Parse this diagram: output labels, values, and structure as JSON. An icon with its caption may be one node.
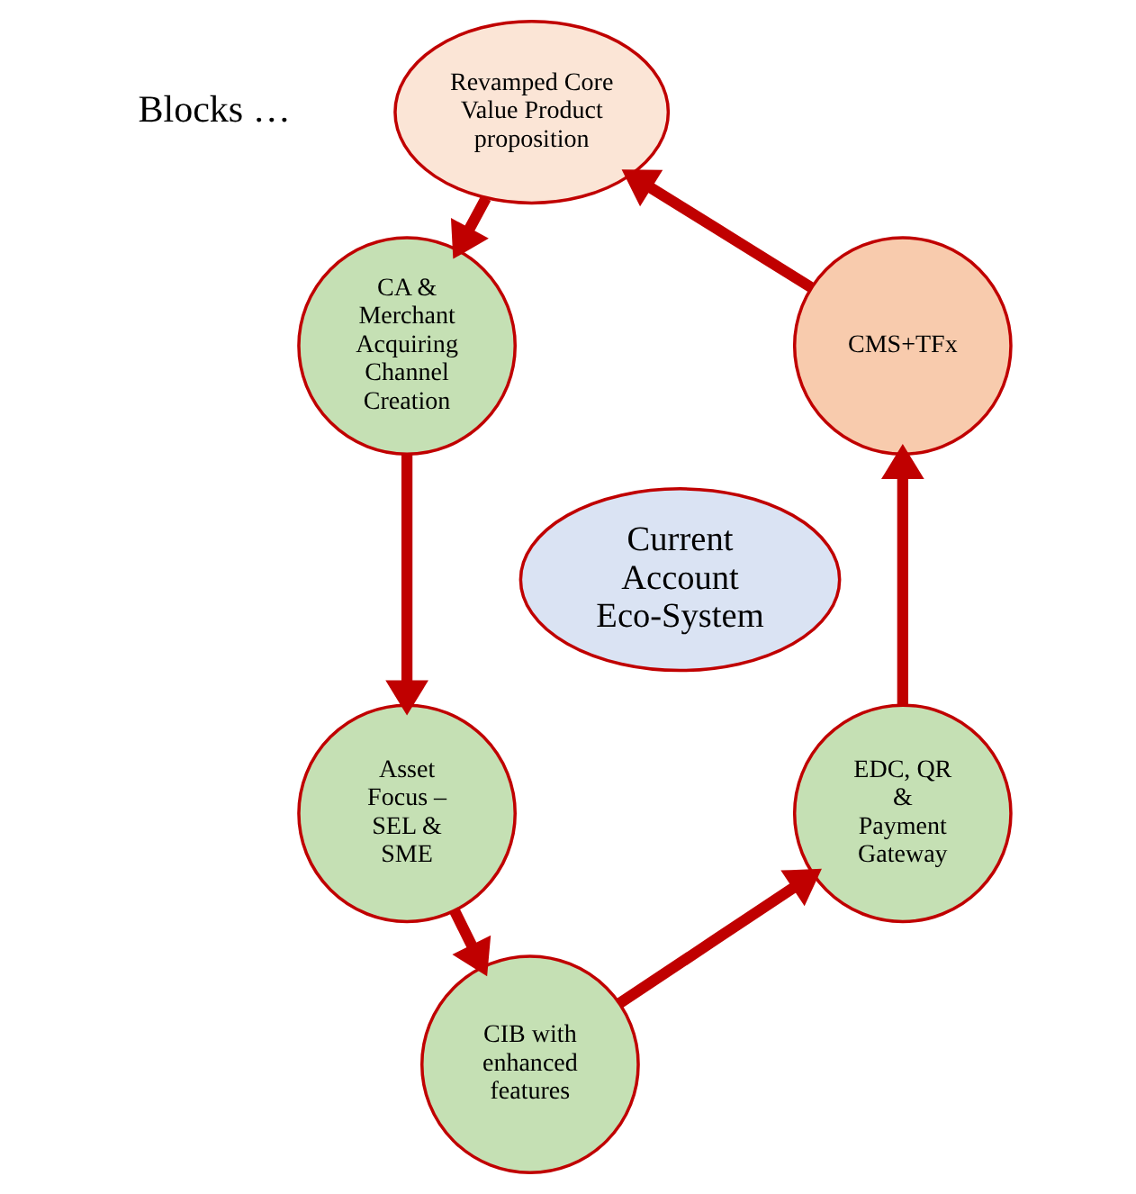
{
  "diagram": {
    "nodes": [
      {
        "text": [
          "Revamped Core Value Product proposition"
        ]
      },
      {
        "text": [
          "CA & Merchant Acquiring Channel Creation"
        ]
      },
      {
        "text": [
          "Asset Focus – SEL & SME"
        ]
      },
      {
        "text": [
          "CIB with enhanced features"
        ]
      },
      {
        "text": [
          "EDC, QR & Payment Gateway"
        ]
      },
      {
        "text": [
          "CMS+TFx"
        ]
      },
      {
        "text": [
          "Current Account Eco-System"
        ]
      }
    ],
    "edges": [
      {
        "from": 0,
        "to": 1,
        "arrow": "to"
      },
      {
        "from": 1,
        "to": 2,
        "arrow": "to"
      },
      {
        "from": 2,
        "to": 3,
        "arrow": "to"
      },
      {
        "from": 3,
        "to": 4,
        "arrow": "to"
      },
      {
        "from": 4,
        "to": 5,
        "arrow": "to"
      },
      {
        "from": 5,
        "to": 0,
        "arrow": "to"
      }
    ],
    "labels": [
      "Blocks …"
    ]
  }
}
